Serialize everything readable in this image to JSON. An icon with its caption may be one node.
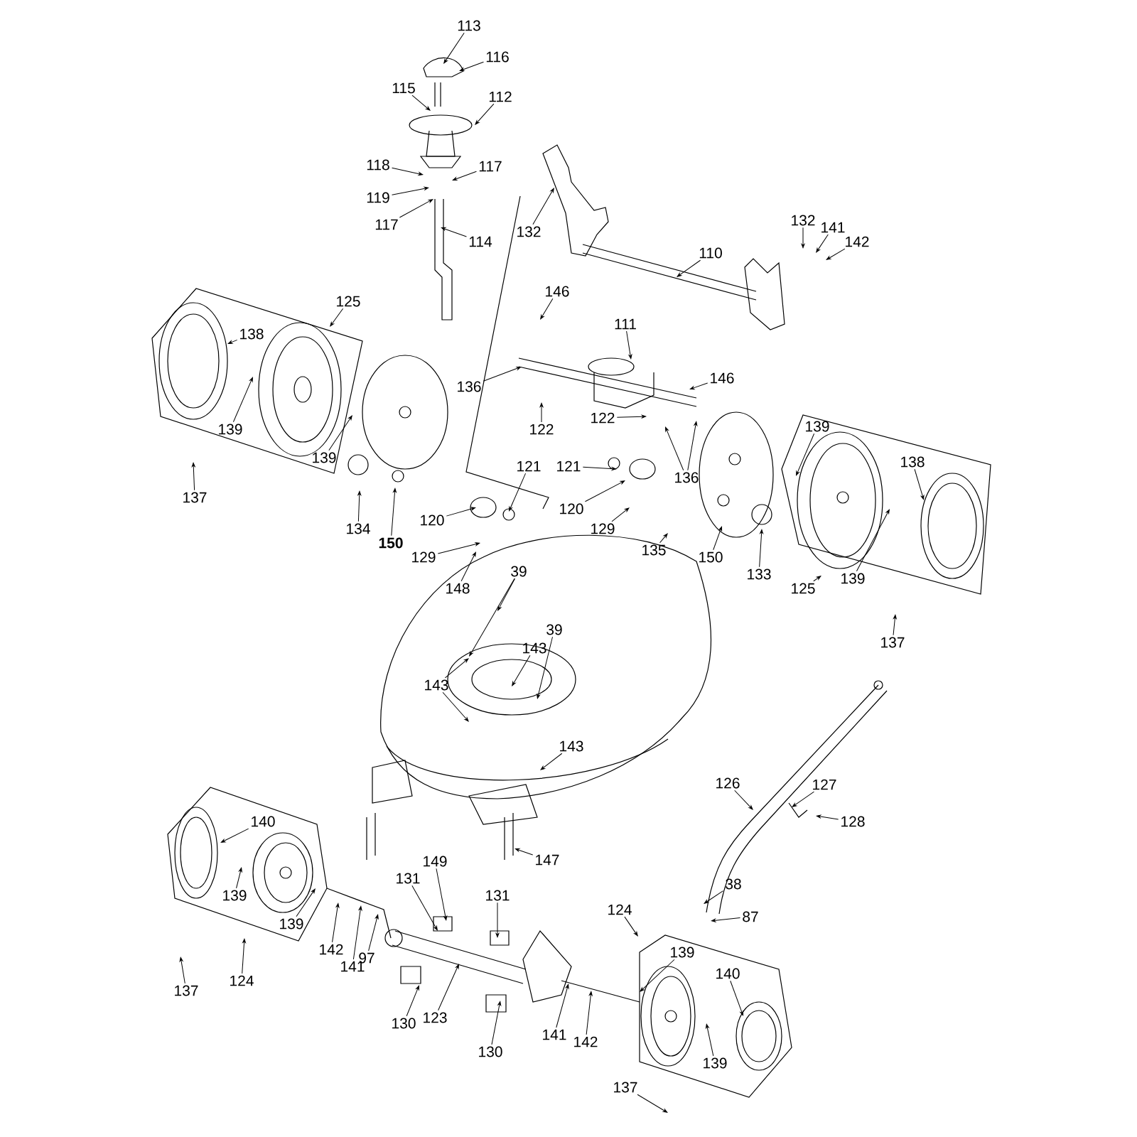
{
  "diagram": {
    "nodes": [
      {
        "text": [
          "113"
        ]
      },
      {
        "text": [
          "116"
        ]
      },
      {
        "text": [
          "115"
        ]
      },
      {
        "text": [
          "112"
        ]
      },
      {
        "text": [
          "118"
        ]
      },
      {
        "text": [
          "117"
        ]
      },
      {
        "text": [
          "119"
        ]
      },
      {
        "text": [
          "117"
        ]
      },
      {
        "text": [
          "114"
        ]
      },
      {
        "text": [
          "132"
        ]
      },
      {
        "text": [
          "110"
        ]
      },
      {
        "text": [
          "132"
        ]
      },
      {
        "text": [
          "141"
        ]
      },
      {
        "text": [
          "142"
        ]
      },
      {
        "text": [
          "146"
        ]
      },
      {
        "text": [
          "111"
        ]
      },
      {
        "text": [
          "146"
        ]
      },
      {
        "text": [
          "125"
        ]
      },
      {
        "text": [
          "138"
        ]
      },
      {
        "text": [
          "136"
        ]
      },
      {
        "text": [
          "122"
        ]
      },
      {
        "text": [
          "122"
        ]
      },
      {
        "text": [
          "136"
        ]
      },
      {
        "text": [
          "139"
        ]
      },
      {
        "text": [
          "139"
        ]
      },
      {
        "text": [
          "137"
        ]
      },
      {
        "text": [
          "134"
        ]
      },
      {
        "text": [
          "150"
        ]
      },
      {
        "text": [
          "121"
        ]
      },
      {
        "text": [
          "121"
        ]
      },
      {
        "text": [
          "120"
        ]
      },
      {
        "text": [
          "120"
        ]
      },
      {
        "text": [
          "129"
        ]
      },
      {
        "text": [
          "129"
        ]
      },
      {
        "text": [
          "148"
        ]
      },
      {
        "text": [
          "135"
        ]
      },
      {
        "text": [
          "150"
        ]
      },
      {
        "text": [
          "133"
        ]
      },
      {
        "text": [
          "139"
        ]
      },
      {
        "text": [
          "138"
        ]
      },
      {
        "text": [
          "139"
        ]
      },
      {
        "text": [
          "125"
        ]
      },
      {
        "text": [
          "137"
        ]
      },
      {
        "text": [
          "39"
        ]
      },
      {
        "text": [
          "39"
        ]
      },
      {
        "text": [
          "143"
        ]
      },
      {
        "text": [
          "143"
        ]
      },
      {
        "text": [
          "143"
        ]
      },
      {
        "text": [
          "147"
        ]
      },
      {
        "text": [
          "126"
        ]
      },
      {
        "text": [
          "127"
        ]
      },
      {
        "text": [
          "128"
        ]
      },
      {
        "text": [
          "38"
        ]
      },
      {
        "text": [
          "87"
        ]
      },
      {
        "text": [
          "140"
        ]
      },
      {
        "text": [
          "139"
        ]
      },
      {
        "text": [
          "139"
        ]
      },
      {
        "text": [
          "124"
        ]
      },
      {
        "text": [
          "137"
        ]
      },
      {
        "text": [
          "142"
        ]
      },
      {
        "text": [
          "141"
        ]
      },
      {
        "text": [
          "97"
        ]
      },
      {
        "text": [
          "149"
        ]
      },
      {
        "text": [
          "131"
        ]
      },
      {
        "text": [
          "131"
        ]
      },
      {
        "text": [
          "130"
        ]
      },
      {
        "text": [
          "123"
        ]
      },
      {
        "text": [
          "130"
        ]
      },
      {
        "text": [
          "141"
        ]
      },
      {
        "text": [
          "142"
        ]
      },
      {
        "text": [
          "124"
        ]
      },
      {
        "text": [
          "139"
        ]
      },
      {
        "text": [
          "140"
        ]
      },
      {
        "text": [
          "139"
        ]
      },
      {
        "text": [
          "137"
        ]
      }
    ],
    "edges": [
      {
        "from": 0,
        "to": null,
        "arrow": "to"
      },
      {
        "from": 1,
        "to": null,
        "arrow": "to"
      },
      {
        "from": 2,
        "to": null,
        "arrow": "to"
      },
      {
        "from": 3,
        "to": null,
        "arrow": "to"
      },
      {
        "from": 4,
        "to": null,
        "arrow": "to"
      },
      {
        "from": 5,
        "to": null,
        "arrow": "to"
      },
      {
        "from": 6,
        "to": null,
        "arrow": "to"
      },
      {
        "from": 7,
        "to": null,
        "arrow": "to"
      },
      {
        "from": 8,
        "to": null,
        "arrow": "to"
      },
      {
        "from": 9,
        "to": null,
        "arrow": "to"
      },
      {
        "from": 10,
        "to": null,
        "arrow": "to"
      },
      {
        "from": 11,
        "to": null,
        "arrow": "to"
      },
      {
        "from": 12,
        "to": null,
        "arrow": "to"
      },
      {
        "from": 13,
        "to": null,
        "arrow": "to"
      },
      {
        "from": 14,
        "to": null,
        "arrow": "to"
      },
      {
        "from": 15,
        "to": null,
        "arrow": "to"
      },
      {
        "from": 16,
        "to": null,
        "arrow": "to"
      },
      {
        "from": 17,
        "to": null,
        "arrow": "to"
      },
      {
        "from": 18,
        "to": null,
        "arrow": "to"
      },
      {
        "from": 19,
        "to": null,
        "arrow": "to"
      },
      {
        "from": 20,
        "to": null,
        "arrow": "to"
      },
      {
        "from": 21,
        "to": null,
        "arrow": "to"
      },
      {
        "from": 22,
        "to": null,
        "arrow": "to"
      },
      {
        "from": 22,
        "to": null,
        "arrow": "to"
      },
      {
        "from": 23,
        "to": null,
        "arrow": "to"
      },
      {
        "from": 24,
        "to": null,
        "arrow": "to"
      },
      {
        "from": 25,
        "to": null,
        "arrow": "to"
      },
      {
        "from": 26,
        "to": null,
        "arrow": "to"
      },
      {
        "from": 27,
        "to": null,
        "arrow": "to"
      },
      {
        "from": 28,
        "to": null,
        "arrow": "to"
      },
      {
        "from": 29,
        "to": null,
        "arrow": "to"
      },
      {
        "from": 30,
        "to": null,
        "arrow": "to"
      },
      {
        "from": 31,
        "to": null,
        "arrow": "to"
      },
      {
        "from": 32,
        "to": null,
        "arrow": "to"
      },
      {
        "from": 33,
        "to": null,
        "arrow": "to"
      },
      {
        "from": 34,
        "to": null,
        "arrow": "to"
      },
      {
        "from": 35,
        "to": null,
        "arrow": "to"
      },
      {
        "from": 36,
        "to": null,
        "arrow": "to"
      },
      {
        "from": 37,
        "to": null,
        "arrow": "to"
      },
      {
        "from": 38,
        "to": null,
        "arrow": "to"
      },
      {
        "from": 39,
        "to": null,
        "arrow": "to"
      },
      {
        "from": 40,
        "to": null,
        "arrow": "to"
      },
      {
        "from": 41,
        "to": null,
        "arrow": "to"
      },
      {
        "from": 42,
        "to": null,
        "arrow": "to"
      },
      {
        "from": 43,
        "to": null,
        "arrow": "to"
      },
      {
        "from": 43,
        "to": null,
        "arrow": "to"
      },
      {
        "from": 44,
        "to": null,
        "arrow": "to"
      },
      {
        "from": 45,
        "to": null,
        "arrow": "to"
      },
      {
        "from": 46,
        "to": null,
        "arrow": "to"
      },
      {
        "from": 46,
        "to": null,
        "arrow": "to"
      },
      {
        "from": 47,
        "to": null,
        "arrow": "to"
      },
      {
        "from": 48,
        "to": null,
        "arrow": "to"
      },
      {
        "from": 49,
        "to": null,
        "arrow": "to"
      },
      {
        "from": 50,
        "to": null,
        "arrow": "to"
      },
      {
        "from": 51,
        "to": null,
        "arrow": "to"
      },
      {
        "from": 52,
        "to": null,
        "arrow": "to"
      },
      {
        "from": 53,
        "to": null,
        "arrow": "to"
      },
      {
        "from": 54,
        "to": null,
        "arrow": "to"
      },
      {
        "from": 55,
        "to": null,
        "arrow": "to"
      },
      {
        "from": 56,
        "to": null,
        "arrow": "to"
      },
      {
        "from": 57,
        "to": null,
        "arrow": "to"
      },
      {
        "from": 58,
        "to": null,
        "arrow": "to"
      },
      {
        "from": 59,
        "to": null,
        "arrow": "to"
      },
      {
        "from": 60,
        "to": null,
        "arrow": "to"
      },
      {
        "from": 61,
        "to": null,
        "arrow": "to"
      },
      {
        "from": 62,
        "to": null,
        "arrow": "to"
      },
      {
        "from": 63,
        "to": null,
        "arrow": "to"
      },
      {
        "from": 64,
        "to": null,
        "arrow": "to"
      },
      {
        "from": 65,
        "to": null,
        "arrow": "to"
      },
      {
        "from": 66,
        "to": null,
        "arrow": "to"
      },
      {
        "from": 67,
        "to": null,
        "arrow": "to"
      },
      {
        "from": 68,
        "to": null,
        "arrow": "to"
      },
      {
        "from": 69,
        "to": null,
        "arrow": "to"
      },
      {
        "from": 70,
        "to": null,
        "arrow": "to"
      },
      {
        "from": 71,
        "to": null,
        "arrow": "to"
      },
      {
        "from": 72,
        "to": null,
        "arrow": "to"
      },
      {
        "from": 73,
        "to": null,
        "arrow": "to"
      },
      {
        "from": 74,
        "to": null,
        "arrow": "to"
      }
    ]
  }
}
